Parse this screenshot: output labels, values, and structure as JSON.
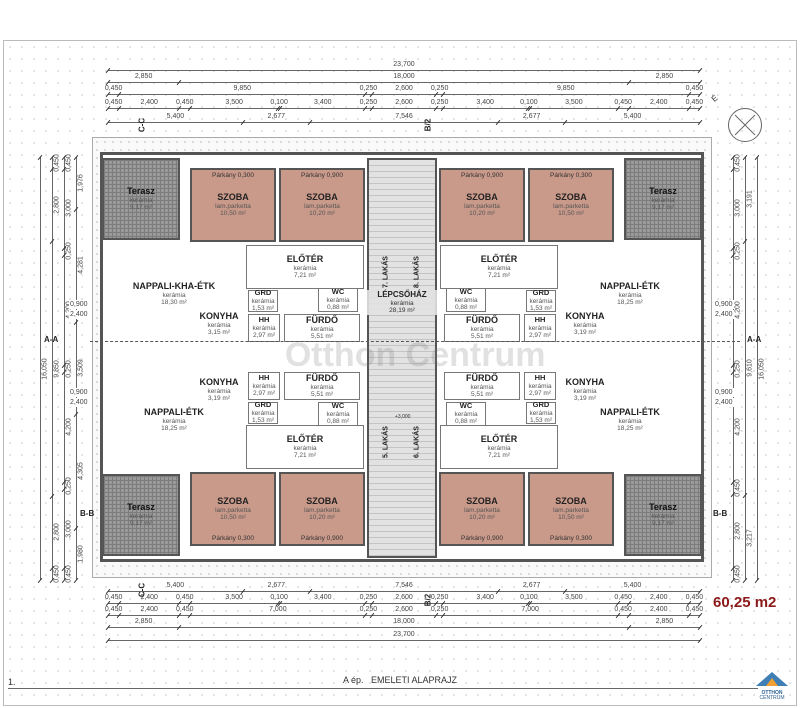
{
  "drawing": {
    "sheet_number": "1.",
    "title": "A ép.   EMELETI ALAPRAJZ",
    "total_area": "60,25 m2",
    "north_label": "É",
    "logo_text": [
      "OTTHON",
      "CENTRUM"
    ],
    "watermark": "Otthon Centrum",
    "accent_color": "#8b1a1a"
  },
  "axes": {
    "a": "A-A",
    "b": "B-B",
    "c": "C-C",
    "b2": "B/2"
  },
  "dimensions": {
    "top": [
      [
        "23,700"
      ],
      [
        "2,850",
        "18,000",
        "2,850"
      ],
      [
        "0,450",
        "9,850",
        "0,250",
        "2,600",
        "0,250",
        "9,850",
        "0,450"
      ],
      [
        "0,450",
        "2,400",
        "0,450",
        "3,500",
        "0,100",
        "3,400",
        "0,250",
        "2,600",
        "0,250",
        "3,400",
        "0,100",
        "3,500",
        "0,450",
        "2,400",
        "0,450"
      ],
      [
        "5,400",
        "2,677",
        "7,546",
        "2,677",
        "5,400"
      ]
    ],
    "bottom": [
      [
        "5,400",
        "2,677",
        "7,546",
        "2,677",
        "5,400"
      ],
      [
        "0,450",
        "2,400",
        "0,450",
        "3,500",
        "0,100",
        "3,400",
        "0,250",
        "2,600",
        "0,250",
        "3,400",
        "0,100",
        "3,500",
        "0,450",
        "2,400",
        "0,450"
      ],
      [
        "0,450",
        "2,400",
        "0,450",
        "7,000",
        "0,250",
        "2,600",
        "0,250",
        "7,000",
        "0,450",
        "2,400",
        "0,450"
      ],
      [
        "2,850",
        "18,000",
        "2,850"
      ],
      [
        "23,700"
      ]
    ],
    "left": [
      [
        "16,050"
      ],
      [
        "0,450",
        "2,800",
        "9,850",
        "2,800",
        "0,450"
      ],
      [
        "0,450",
        "3,000",
        "0,250",
        "4,200",
        "0,250",
        "4,200",
        "0,250",
        "3,000",
        "0,450"
      ],
      [
        "1,976",
        "4,281",
        "3,509",
        "4,305",
        "1,980"
      ]
    ],
    "right": [
      [
        "0,450",
        "3,000",
        "0,250",
        "4,200",
        "0,250",
        "4,200",
        "0,450",
        "2,800",
        "0,450"
      ],
      [
        "3,191",
        "9,610",
        "3,217"
      ],
      [
        "16,050"
      ]
    ],
    "side_windows": [
      "0,900",
      "2,400"
    ]
  },
  "staircase": {
    "name": "LÉPCSŐHÁZ",
    "material": "kerámia",
    "area": "28,19 m²",
    "level": "+3,000"
  },
  "apartments": [
    {
      "label": "7. LAKÁS",
      "rooms": {
        "terrace": {
          "name": "Terasz",
          "material": "kerámia",
          "area": "9,17 m²"
        },
        "room1": {
          "name": "SZOBA",
          "material": "lam.parketta",
          "area": "10,50 m²",
          "sill": "Párkány 0,300"
        },
        "room2": {
          "name": "SZOBA",
          "material": "lam.parketta",
          "area": "10,20 m²",
          "sill": "Párkány 0,900"
        },
        "living": {
          "name": "NAPPALI-KHA-ÉTK",
          "material": "kerámia",
          "area": "18,30 m²"
        },
        "kitchen": {
          "name": "KONYHA",
          "material": "kerámia",
          "area": "3,15 m²"
        },
        "hall": {
          "name": "ELŐTÉR",
          "material": "kerámia",
          "area": "7,21 m²"
        },
        "grd": {
          "name": "GRD",
          "material": "kerámia",
          "area": "1,53 m²"
        },
        "wc": {
          "name": "WC",
          "material": "kerámia",
          "area": "0,88 m²"
        },
        "hh": {
          "name": "HH",
          "material": "kerámia",
          "area": "2,97 m²"
        },
        "bath": {
          "name": "FÜRDŐ",
          "material": "kerámia",
          "area": "5,51 m²"
        }
      }
    },
    {
      "label": "8. LAKÁS",
      "rooms": {
        "terrace": {
          "name": "Terasz",
          "material": "kerámia",
          "area": "9,17 m²"
        },
        "room1": {
          "name": "SZOBA",
          "material": "lam.parketta",
          "area": "10,50 m²",
          "sill": "Párkány 0,300"
        },
        "room2": {
          "name": "SZOBA",
          "material": "lam.parketta",
          "area": "10,20 m²",
          "sill": "Párkány 0,900"
        },
        "living": {
          "name": "NAPPALI-ÉTK",
          "material": "kerámia",
          "area": "18,25 m²"
        },
        "kitchen": {
          "name": "KONYHA",
          "material": "kerámia",
          "area": "3,19 m²"
        },
        "hall": {
          "name": "ELŐTÉR",
          "material": "kerámia",
          "area": "7,21 m²"
        },
        "grd": {
          "name": "GRD",
          "material": "kerámia",
          "area": "1,53 m²"
        },
        "wc": {
          "name": "WC",
          "material": "kerámia",
          "area": "0,88 m²"
        },
        "hh": {
          "name": "HH",
          "material": "kerámia",
          "area": "2,97 m²"
        },
        "bath": {
          "name": "FÜRDŐ",
          "material": "kerámia",
          "area": "5,51 m²"
        }
      }
    },
    {
      "label": "5. LAKÁS",
      "rooms": {
        "terrace": {
          "name": "Terasz",
          "material": "kerámia",
          "area": "9,17 m²"
        },
        "room1": {
          "name": "SZOBA",
          "material": "lam.parketta",
          "area": "10,50 m²",
          "sill": "Párkány 0,300"
        },
        "room2": {
          "name": "SZOBA",
          "material": "lam.parketta",
          "area": "10,20 m²",
          "sill": "Párkány 0,900"
        },
        "living": {
          "name": "NAPPALI-ÉTK",
          "material": "kerámia",
          "area": "18,25 m²"
        },
        "kitchen": {
          "name": "KONYHA",
          "material": "kerámia",
          "area": "3,19 m²"
        },
        "hall": {
          "name": "ELŐTÉR",
          "material": "kerámia",
          "area": "7,21 m²"
        },
        "grd": {
          "name": "GRD",
          "material": "kerámia",
          "area": "1,53 m²"
        },
        "wc": {
          "name": "WC",
          "material": "kerámia",
          "area": "0,88 m²"
        },
        "hh": {
          "name": "HH",
          "material": "kerámia",
          "area": "2,97 m²"
        },
        "bath": {
          "name": "FÜRDŐ",
          "material": "kerámia",
          "area": "5,51 m²"
        }
      }
    },
    {
      "label": "6. LAKÁS",
      "rooms": {
        "terrace": {
          "name": "Terasz",
          "material": "kerámia",
          "area": "9,17 m²"
        },
        "room1": {
          "name": "SZOBA",
          "material": "lam.parketta",
          "area": "10,50 m²",
          "sill": "Párkány 0,300"
        },
        "room2": {
          "name": "SZOBA",
          "material": "lam.parketta",
          "area": "10,20 m²",
          "sill": "Párkány 0,900"
        },
        "living": {
          "name": "NAPPALI-ÉTK",
          "material": "kerámia",
          "area": "18,25 m²"
        },
        "kitchen": {
          "name": "KONYHA",
          "material": "kerámia",
          "area": "3,19 m²"
        },
        "hall": {
          "name": "ELŐTÉR",
          "material": "kerámia",
          "area": "7,21 m²"
        },
        "grd": {
          "name": "GRD",
          "material": "kerámia",
          "area": "1,53 m²"
        },
        "wc": {
          "name": "WC",
          "material": "kerámia",
          "area": "0,88 m²"
        },
        "hh": {
          "name": "HH",
          "material": "kerámia",
          "area": "2,97 m²"
        },
        "bath": {
          "name": "FÜRDŐ",
          "material": "kerámia",
          "area": "5,51 m²"
        }
      }
    }
  ]
}
